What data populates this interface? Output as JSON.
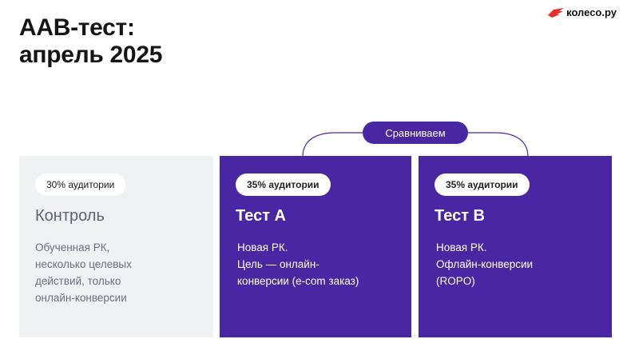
{
  "title": {
    "line1": "AAB-тест:",
    "line2": "апрель 2025"
  },
  "logo": {
    "text": "колесо.ру",
    "icon": "red-wing-logo-icon",
    "color": "#e63027"
  },
  "compare_label": "Сравниваем",
  "colors": {
    "accent": "#4a27a2",
    "control_bg": "#f0f1f3",
    "control_text": "#6b7280"
  },
  "cards": [
    {
      "audience": "30% аудитории",
      "title": "Контроль",
      "text": "Обученная РК,\nнесколько целевых\nдействий, только\nонлайн-конверсии"
    },
    {
      "audience": "35% аудитории",
      "title": "Тест А",
      "text": "Новая РК.\nЦель — онлайн-\nконверсии (e-com заказ)"
    },
    {
      "audience": "35% аудитории",
      "title": "Тест B",
      "text": "Новая РК.\nОфлайн-конверсии\n(ROPO)"
    }
  ]
}
